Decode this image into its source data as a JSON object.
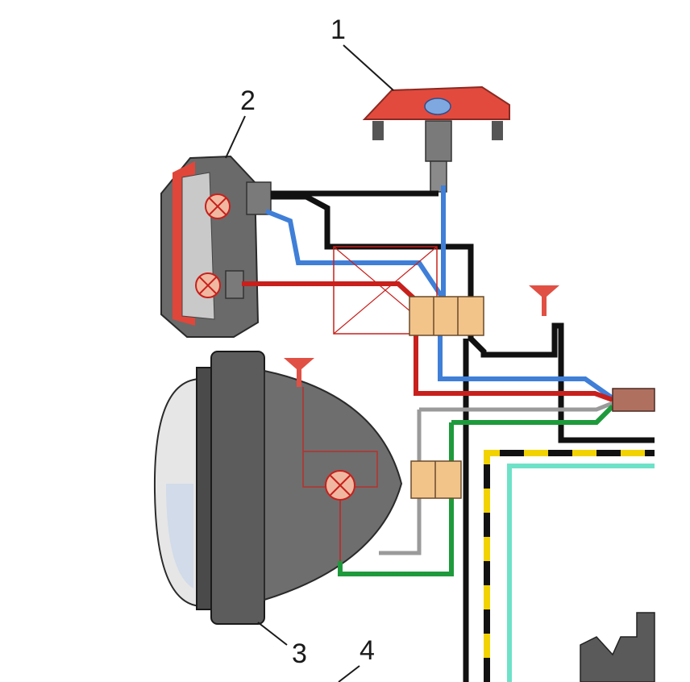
{
  "callouts": [
    {
      "id": "1",
      "text": "1"
    },
    {
      "id": "2",
      "text": "2"
    },
    {
      "id": "3",
      "text": "3"
    },
    {
      "id": "4",
      "text": "4"
    }
  ],
  "colors": {
    "black_wire": "#111111",
    "blue_wire": "#3f7fd8",
    "red_wire": "#c8201c",
    "grey_wire": "#9a9a9a",
    "green_wire": "#1e9a3c",
    "yellow_wire": "#f2d200",
    "cyan_wire": "#6ee2c8",
    "lamp_red": "#e0463a",
    "connector": "#f2c48a",
    "headlight_body": "#5a5a5a"
  }
}
